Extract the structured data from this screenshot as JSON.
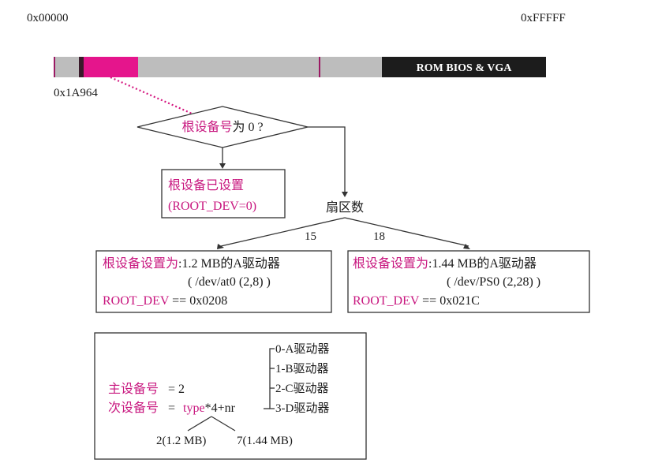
{
  "memory_bar": {
    "start_addr": "0x00000",
    "end_addr": "0xFFFFF",
    "marker_addr": "0x1A964",
    "rom_label": "ROM BIOS & VGA",
    "colors": {
      "ram": "#bdbdbd",
      "highlight": "#e5158c",
      "rom": "#1c1c1c",
      "tick": "#9b1a64",
      "dotted": "#d4157f"
    }
  },
  "decision": {
    "magenta_text": "根设备号",
    "black_text": "为 0 ?"
  },
  "already_set": {
    "line1": "根设备已设置",
    "line2": "(ROOT_DEV=0)"
  },
  "sectors": {
    "label": "扇区数",
    "left_value": "15",
    "right_value": "18"
  },
  "box_a12": {
    "line1_magenta": "根设备设置为",
    "line1_black": ":1.2 MB的A驱动器",
    "line2": "( /dev/at0 (2,8) )",
    "line3_magenta": "ROOT_DEV",
    "line3_black": " == 0x0208"
  },
  "box_a144": {
    "line1_magenta": "根设备设置为",
    "line1_black": ":1.44 MB的A驱动器",
    "line2": "( /dev/PS0 (2,28) )",
    "line3_magenta": "ROOT_DEV",
    "line3_black": " == 0x021C"
  },
  "formula": {
    "major_label": "主设备号",
    "major_value": "= 2",
    "minor_label": "次设备号",
    "minor_eq": "=",
    "type_word": "type",
    "rest": "*4+nr",
    "drives": [
      "0-A驱动器",
      "1-B驱动器",
      "2-C驱动器",
      "3-D驱动器"
    ],
    "type_values": [
      "2(1.2 MB)",
      "7(1.44 MB)"
    ]
  }
}
